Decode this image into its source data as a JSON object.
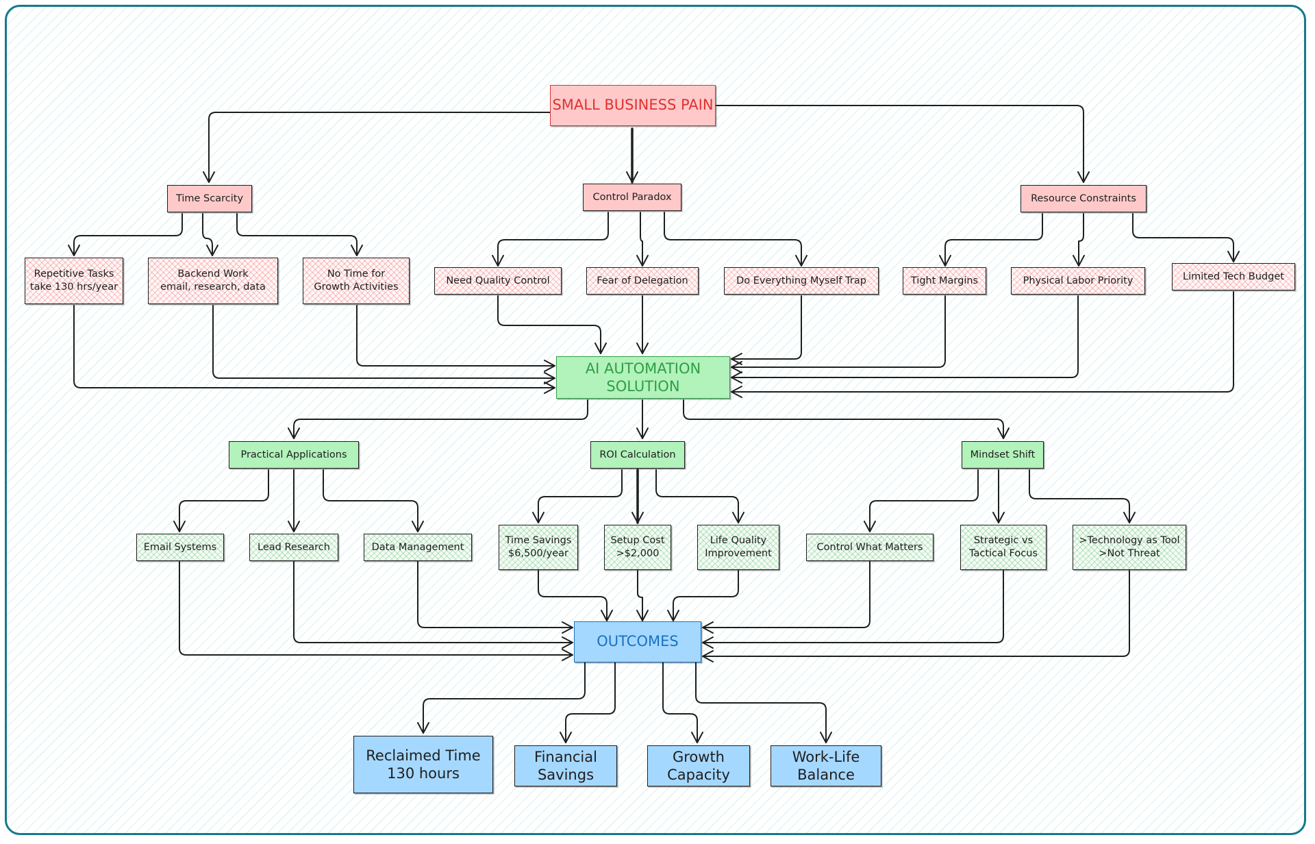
{
  "diagram": {
    "root": "SMALL BUSINESS PAIN",
    "pain_categories": [
      {
        "label": "Time Scarcity",
        "children": [
          "Repetitive Tasks\ntake 130 hrs/year",
          "Backend Work\nemail, research, data",
          "No Time for\nGrowth Activities"
        ]
      },
      {
        "label": "Control Paradox",
        "children": [
          "Need Quality Control",
          "Fear of Delegation",
          "Do Everything Myself Trap"
        ]
      },
      {
        "label": "Resource Constraints",
        "children": [
          "Tight Margins",
          "Physical Labor Priority",
          "Limited Tech Budget"
        ]
      }
    ],
    "solution": "AI AUTOMATION\nSOLUTION",
    "solution_categories": [
      {
        "label": "Practical Applications",
        "children": [
          "Email Systems",
          "Lead Research",
          "Data Management"
        ]
      },
      {
        "label": "ROI Calculation",
        "children": [
          "Time Savings\n$6,500/year",
          "Setup Cost\n>$2,000",
          "Life Quality\nImprovement"
        ]
      },
      {
        "label": "Mindset Shift",
        "children": [
          "Control What Matters",
          "Strategic vs\nTactical Focus",
          ">Technology as Tool\n>Not Threat"
        ]
      }
    ],
    "outcomes": "OUTCOMES",
    "outcome_items": [
      "Reclaimed Time\n130 hours",
      "Financial\nSavings",
      "Growth\nCapacity",
      "Work-Life\nBalance"
    ]
  },
  "colors": {
    "frame": "#137a8a",
    "pain": "#ffc9c9",
    "pain_text": "#e03131",
    "solution": "#b2f2bb",
    "solution_text": "#2f9e44",
    "outcome": "#a5d8ff",
    "outcome_text": "#1971c2"
  }
}
